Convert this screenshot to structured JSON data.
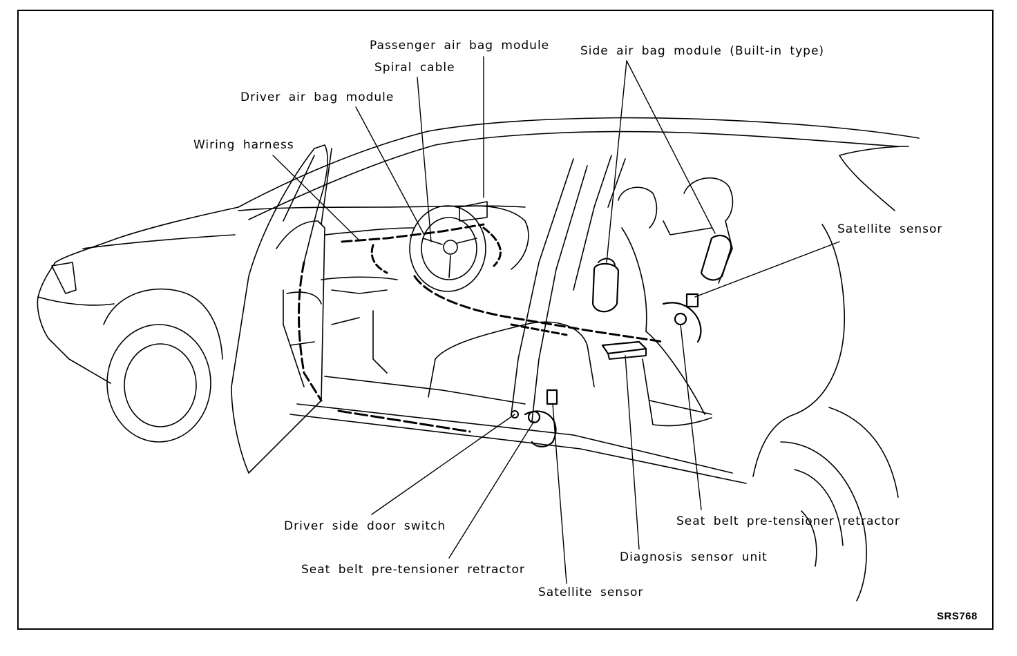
{
  "labels": {
    "passenger_air_bag_module": "Passenger air bag module",
    "spiral_cable": "Spiral cable",
    "driver_air_bag_module": "Driver air bag module",
    "wiring_harness": "Wiring harness",
    "side_air_bag_module": "Side air bag module (Built-in type)",
    "satellite_sensor_rear": "Satellite sensor",
    "driver_side_door_switch": "Driver side door switch",
    "seat_belt_pretensioner_front": "Seat belt pre-tensioner retractor",
    "satellite_sensor_front": "Satellite sensor",
    "diagnosis_sensor_unit": "Diagnosis sensor unit",
    "seat_belt_pretensioner_rear": "Seat belt pre-tensioner retractor"
  },
  "figure_code": "SRS768",
  "colors": {
    "ink": "#000000",
    "paper": "#ffffff"
  }
}
